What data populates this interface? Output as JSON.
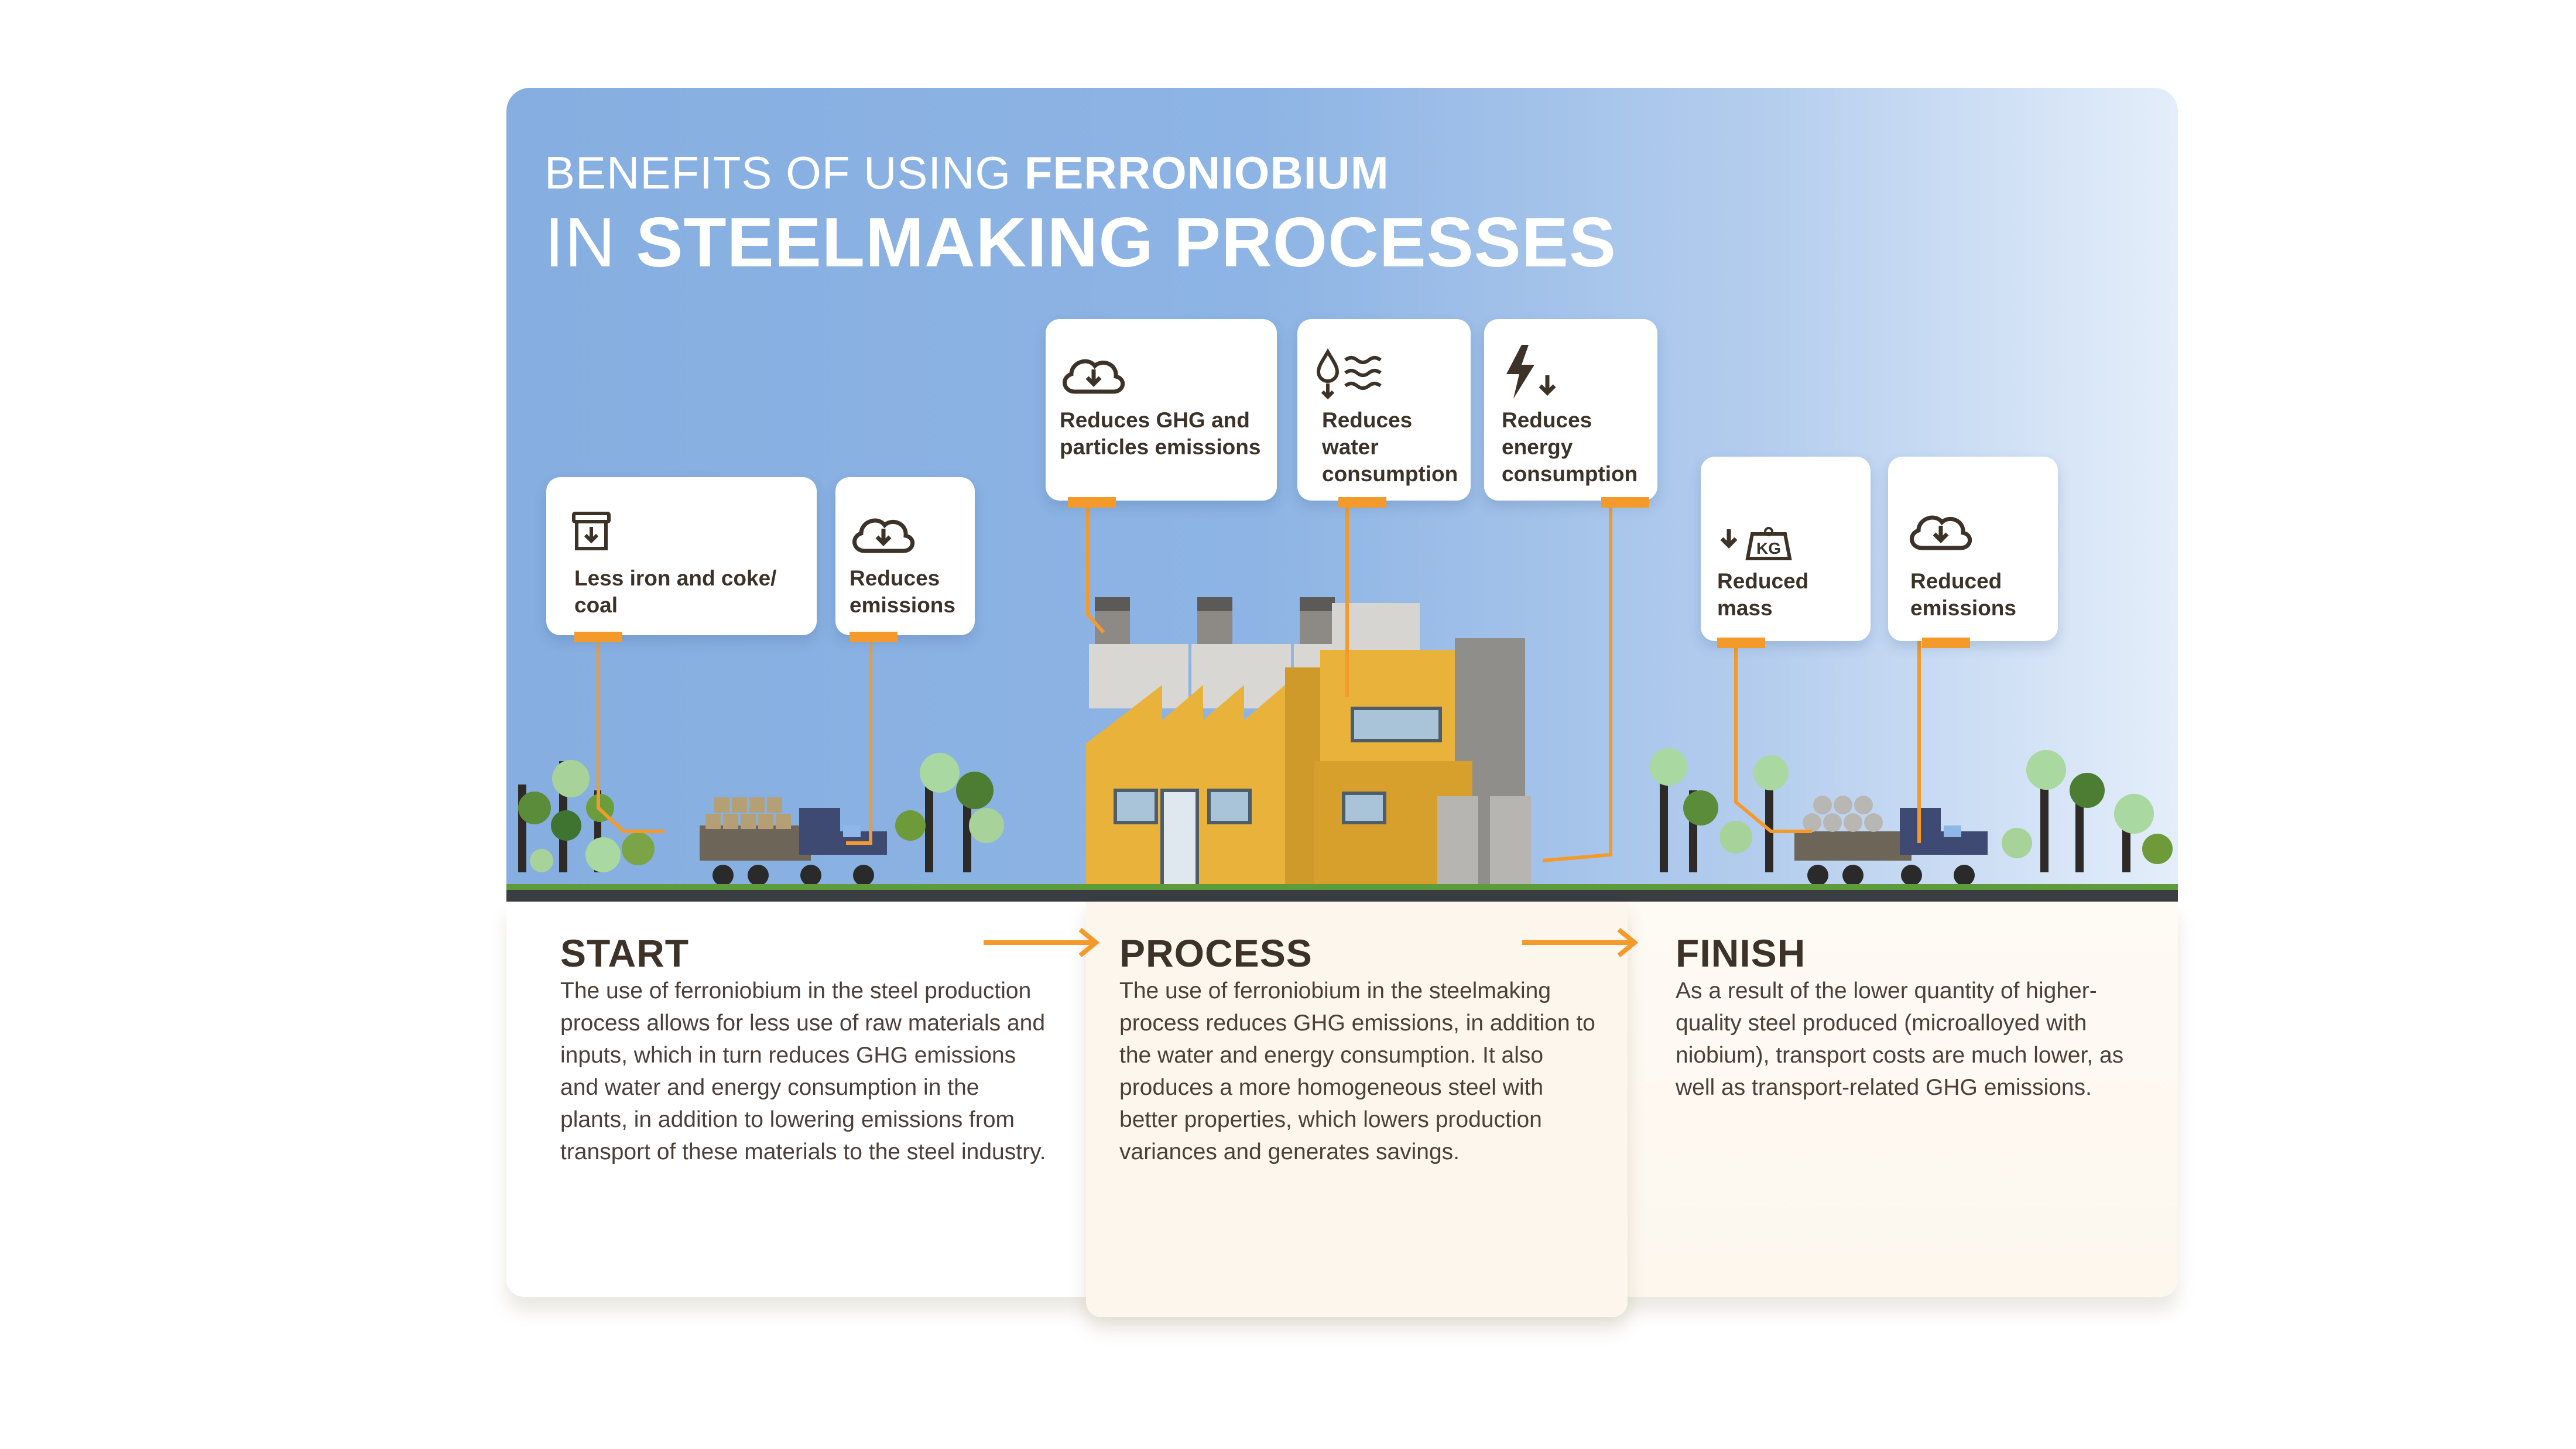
{
  "title": {
    "line1_light": "BENEFITS OF USING ",
    "line1_bold": "FERRONIOBIUM",
    "line2_light": "IN ",
    "line2_bold": "STEELMAKING PROCESSES"
  },
  "cards": {
    "iron_coke": "Less iron and coke/ coal",
    "start_emissions": "Reduces emissions",
    "ghg_particles": "Reduces GHG and particles emissions",
    "water": "Reduces water consumption",
    "energy": "Reduces energy consumption",
    "mass": "Reduced mass",
    "finish_emissions": "Reduced emissions"
  },
  "sections": {
    "start": {
      "heading": "START",
      "body": "The use of ferroniobium in the steel production process allows for less use of raw materials and inputs, which in turn reduces GHG emissions and water and energy consumption in the plants, in addition to lowering emissions from transport of these materials to the steel industry."
    },
    "process": {
      "heading": "PROCESS",
      "body": "The use of ferroniobium in the steelmaking process reduces GHG emissions, in addition to the water and energy consumption. It also produces a more homogeneous steel with better properties, which lowers production variances and generates savings."
    },
    "finish": {
      "heading": "FINISH",
      "body": "As a result of the lower quantity of higher-quality steel produced (microalloyed with niobium), transport costs are much lower, as well as transport-related GHG emissions."
    }
  },
  "icons": {
    "iron_coke": "archive-down-icon",
    "emissions": "cloud-down-icon",
    "water": "water-drop-waves-icon",
    "energy": "lightning-down-icon",
    "mass": "weight-kg-down-icon",
    "kg_label": "KG"
  },
  "colors": {
    "accent": "#f39a2b",
    "text_dark": "#3c3227",
    "sky_start": "#86aee0",
    "sky_end": "#e4eefa",
    "factory_yellow": "#e9b23a"
  }
}
